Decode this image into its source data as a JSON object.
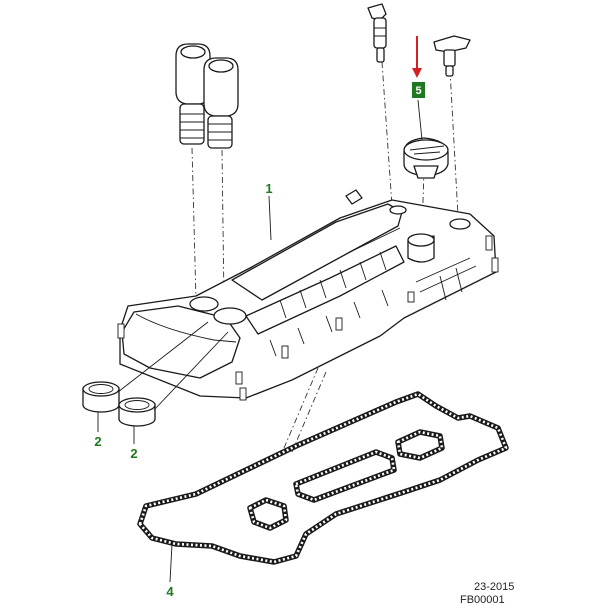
{
  "callouts": {
    "cover": "1",
    "seal_left": "2",
    "seal_right": "2",
    "gasket": "4",
    "cap": "5"
  },
  "footer": {
    "date": "23-2015",
    "code": "FB00001"
  },
  "colors": {
    "callout_text": "#1f7a1f",
    "callout_box": "#1f7a1f",
    "arrow": "#d42020",
    "line": "#1a1a1a"
  }
}
